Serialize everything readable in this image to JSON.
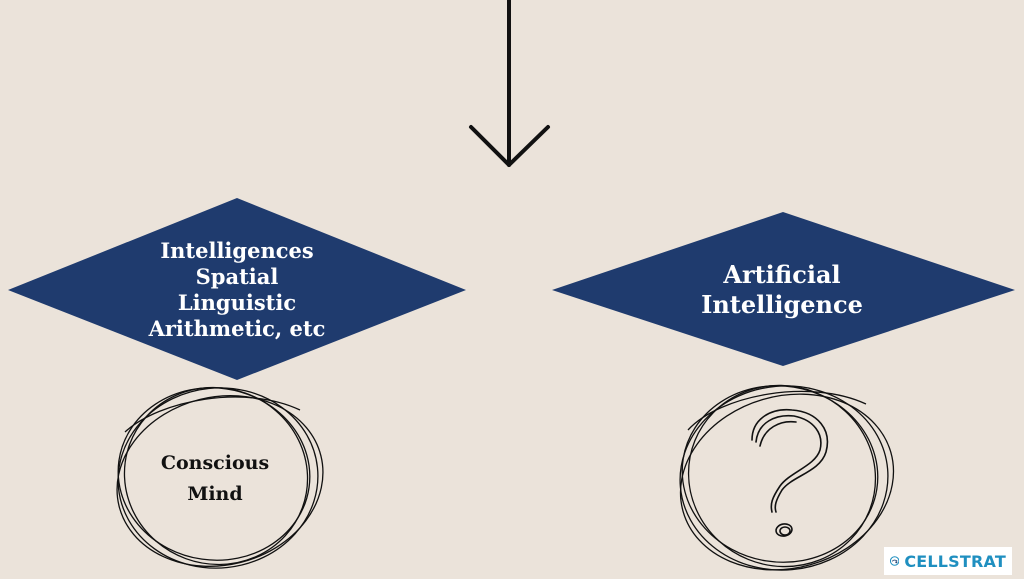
{
  "diagram": {
    "left_diamond": {
      "lines": [
        "Intelligences",
        "Spatial",
        "Linguistic",
        "Arithmetic, etc"
      ],
      "color": "#1f3b6e"
    },
    "right_diamond": {
      "lines": [
        "Artificial",
        "Intelligence"
      ],
      "color": "#1f3b6e"
    },
    "left_circle": {
      "lines": [
        "Conscious",
        "Mind"
      ]
    },
    "right_circle": {
      "symbol": "question-mark"
    },
    "arrow": {
      "direction": "down",
      "color": "#111111"
    },
    "background_color": "#ebe3da"
  },
  "logo": {
    "text": "CELLSTRAT",
    "color": "#1f8fc0"
  }
}
